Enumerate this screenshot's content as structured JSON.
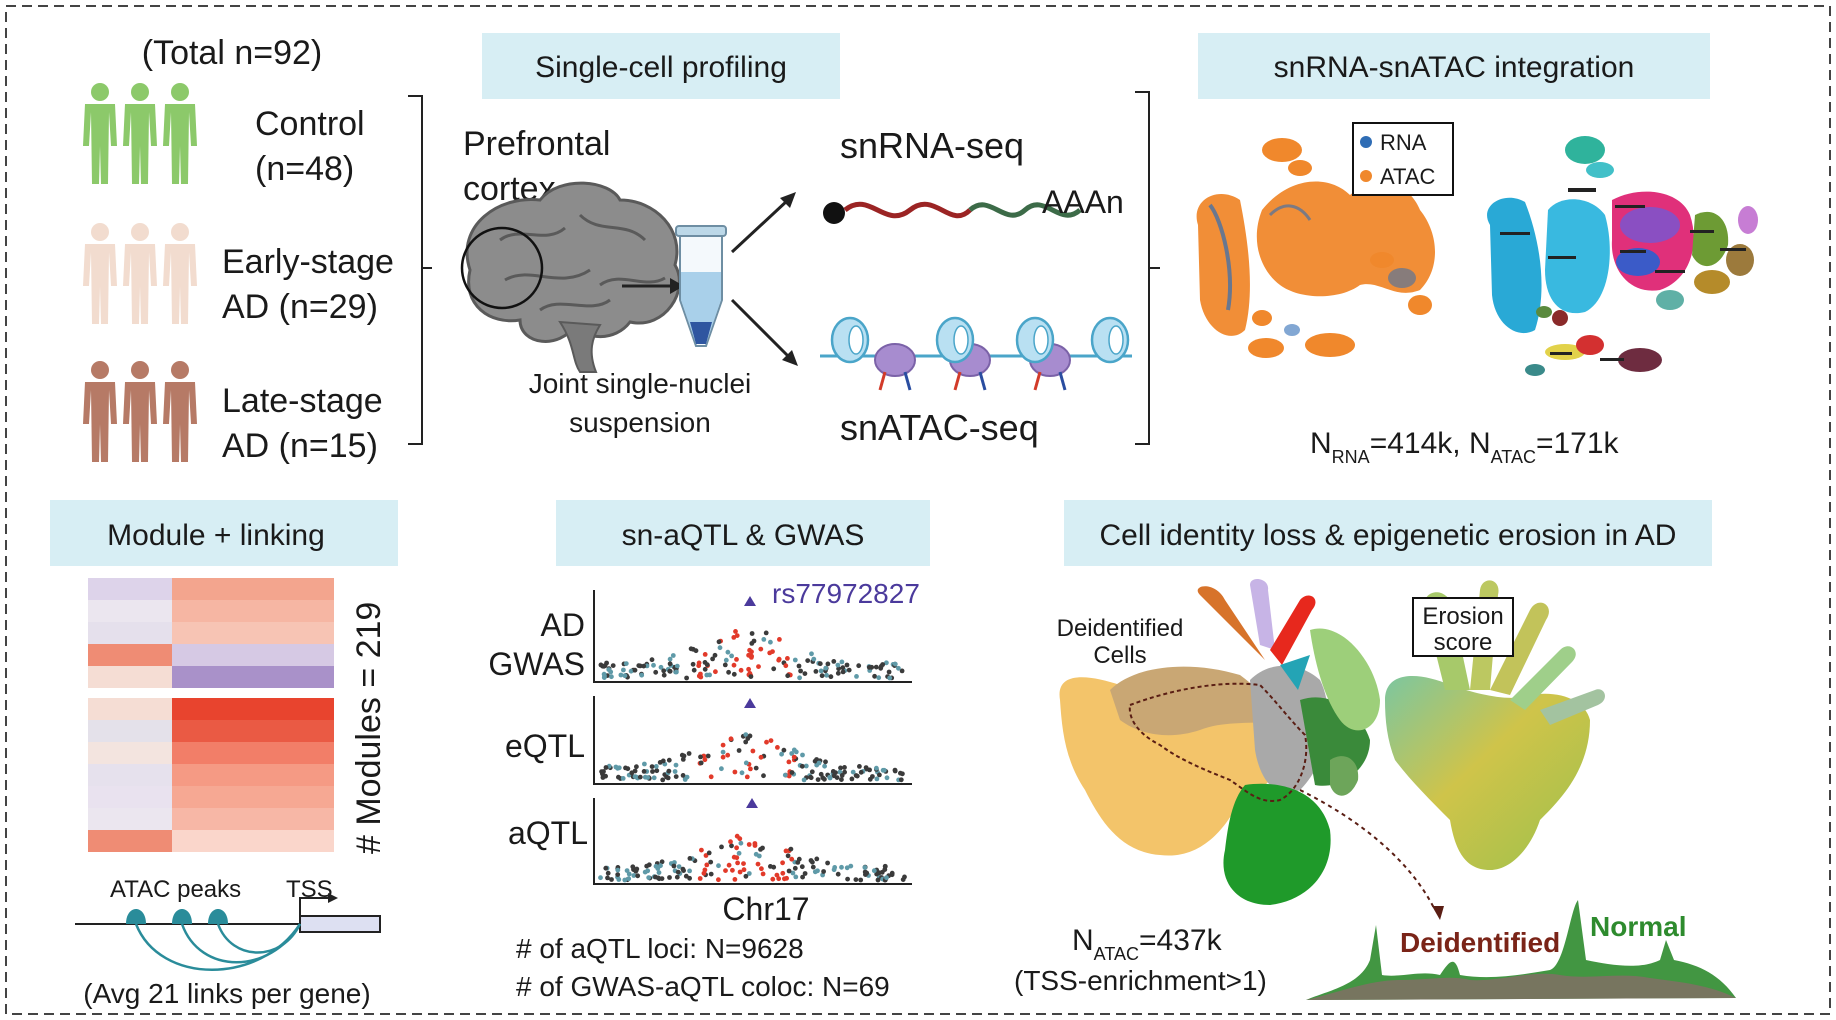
{
  "cohort": {
    "total": "(Total n=92)",
    "groups": [
      {
        "line1": "Control",
        "line2": "(n=48)",
        "color": "#8cc96a"
      },
      {
        "line1": "Early-stage",
        "line2": "AD (n=29)",
        "color": "#f2dccf"
      },
      {
        "line1": "Late-stage",
        "line2": "AD (n=15)",
        "color": "#b67a66"
      }
    ]
  },
  "profiling": {
    "header": "Single-cell profiling",
    "tissue": [
      "Prefrontal",
      "cortex"
    ],
    "suspension": [
      "Joint single-nuclei",
      "suspension"
    ],
    "rna_label": "snRNA-seq",
    "polya": "AAAn",
    "atac_label": "snATAC-seq"
  },
  "integration": {
    "header": "snRNA-snATAC integration",
    "legend": [
      {
        "label": "RNA",
        "color": "#2f6db5"
      },
      {
        "label": "ATAC",
        "color": "#f0882c"
      }
    ],
    "counts": {
      "n": "N",
      "rna_sub": "RNA",
      "rna_val": "=414k, ",
      "atac_sub": "ATAC",
      "atac_val": "=171k"
    }
  },
  "module": {
    "header": "Module + linking",
    "modules_label": "# Modules = 219",
    "atac_peaks": "ATAC peaks",
    "tss": "TSS",
    "links": "(Avg 21 links per gene)",
    "heatmap_left": [
      "#ddd3ea",
      "#ebe6ef",
      "#e5e0ec",
      "#ef8c74",
      "#f5ddd4",
      "#ffffff",
      "#f5ddd4",
      "#e4e1ea",
      "#f3e4df",
      "#e6e1ed",
      "#e9e2ef",
      "#ebe6ef",
      "#ef8c74"
    ],
    "heatmap_right": [
      "#f3a58e",
      "#f6b6a3",
      "#f7c4b4",
      "#d6c9e4",
      "#a991c9",
      "#ffffff",
      "#e8442e",
      "#ea5a44",
      "#f27e68",
      "#f59a84",
      "#f6a893",
      "#f7b7a6",
      "#fad6cb"
    ]
  },
  "qtl": {
    "header": "sn-aQTL & GWAS",
    "snp": "rs77972827",
    "tracks": [
      [
        "AD",
        "GWAS"
      ],
      [
        "eQTL"
      ],
      [
        "aQTL"
      ]
    ],
    "chrom": "Chr17",
    "stat1": "# of aQTL loci: N=9628",
    "stat2": "# of GWAS-aQTL coloc: N=69"
  },
  "identity": {
    "header": "Cell identity loss & epigenetic erosion in AD",
    "deid_cells": [
      "Deidentified",
      "Cells"
    ],
    "erosion": [
      "Erosion",
      "score"
    ],
    "counts": {
      "n": "N",
      "sub": "ATAC",
      "val": "=437k"
    },
    "tss_enrich": "(TSS-enrichment>1)",
    "deid_label": "Deidentified",
    "normal_label": "Normal",
    "deid_color": "#7a2418",
    "normal_color": "#2e8b2e"
  },
  "colors": {
    "header_bg": "#d7eef4"
  }
}
